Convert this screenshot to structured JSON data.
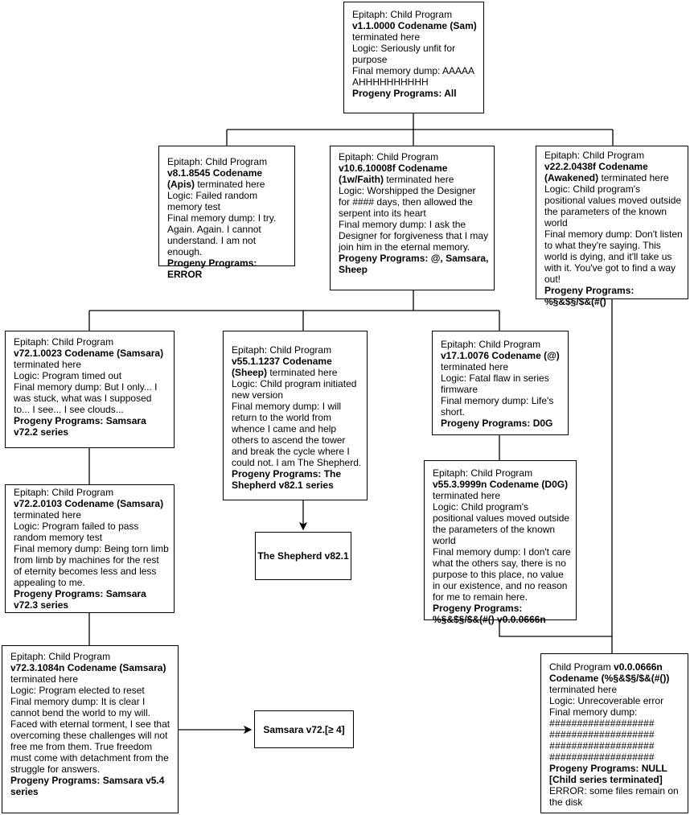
{
  "nodes": {
    "sam": {
      "epitaph": "Epitaph: Child Program",
      "version": "v1.1.0000 Codename (Sam)",
      "terminated": " terminated here",
      "logic": "Logic: Seriously unfit for purpose",
      "memory": "Final memory dump: AAAAA AHHHHHHHHHH",
      "progeny": "Progeny Programs: All"
    },
    "apis": {
      "epitaph": "Epitaph: Child Program",
      "version": "v8.1.8545 Codename (Apis)",
      "terminated": " terminated here",
      "logic": "Logic: Failed random memory test",
      "memory": "Final memory dump: I try. Again. Again. I cannot understand. I am not enough.",
      "progeny": "Progeny Programs: ERROR"
    },
    "faith": {
      "epitaph": "Epitaph: Child Program",
      "version": "v10.6.10008f Codename (1w/Faith)",
      "terminated": " terminated here",
      "logic": "Logic: Worshipped the Designer for #### days, then allowed the serpent into its heart",
      "memory": "Final memory dump: I ask the Designer for forgiveness that I may join him in the eternal memory.",
      "progeny": "Progeny Programs: @, Samsara, Sheep"
    },
    "awakened": {
      "epitaph": "Epitaph: Child Program",
      "version": "v22.2.0438f Codename (Awakened)",
      "terminated": " terminated here",
      "logic": "Logic: Child program's positional values moved outside the parameters of the known world",
      "memory": "Final memory dump: Don't listen to what they're saying. This world is dying, and it'll take us with it. You've got to find a way out!",
      "progeny": "Progeny Programs: %§&$§/$&(#()"
    },
    "samsara1": {
      "epitaph": "Epitaph: Child Program",
      "version": "v72.1.0023 Codename (Samsara)",
      "terminated": " terminated here",
      "logic": "Logic: Program timed out",
      "memory": "Final memory dump: But I only... I was stuck, what was I supposed to... I see... I see clouds...",
      "progeny": "Progeny Programs: Samsara v72.2 series"
    },
    "sheep": {
      "epitaph": "Epitaph: Child Program",
      "version": "v55.1.1237 Codename (Sheep)",
      "terminated": " terminated here",
      "logic": "Logic: Child program initiated new version",
      "memory": "Final memory dump: I will return to the world from whence I came and help others to ascend the tower and break the cycle where I could not. I am The Shepherd.",
      "progeny": "Progeny Programs: The Shepherd v82.1 series"
    },
    "at": {
      "epitaph": "Epitaph: Child Program",
      "version": "v17.1.0076 Codename (@)",
      "terminated": " terminated here",
      "logic": "Logic: Fatal flaw in series firmware",
      "memory": "Final memory dump: Life's short.",
      "progeny": "Progeny Programs: D0G"
    },
    "samsara2": {
      "epitaph": "Epitaph: Child Program",
      "version": "v72.2.0103 Codename (Samsara)",
      "terminated": " terminated here",
      "logic": "Logic: Program failed to pass random memory test",
      "memory": "Final memory dump: Being torn limb from limb by machines for the rest of eternity becomes less and less appealing to me.",
      "progeny": "Progeny Programs: Samsara v72.3 series"
    },
    "dog": {
      "epitaph": "Epitaph: Child Program",
      "version": "v55.3.9999n Codename (D0G)",
      "terminated": " terminated here",
      "logic": "Logic: Child program's positional values moved outside the parameters of the known world",
      "memory": "Final memory dump: I don't care what the others say, there is no purpose to this place, no value in our existence, and no reason for me to remain here.",
      "progeny": "Progeny Programs: %§&$§/$&(#() v0.0.0666n"
    },
    "samsara3": {
      "epitaph": "Epitaph: Child Program",
      "version": "v72.3.1084n Codename (Samsara)",
      "terminated": " terminated here",
      "logic": "Logic: Program elected to reset",
      "memory": "Final memory dump: It is clear I cannot bend the world to my will. Faced with eternal torment, I see that overcoming these challenges will not free me from them. True freedom must come with detachment from the struggle for answers.",
      "progeny": "Progeny Programs: Samsara v5.4 series"
    },
    "final": {
      "prefix": "Child Program ",
      "version": "v0.0.0666n Codename (%§&$§/$&(#())",
      "terminated": "terminated here",
      "logic": "Logic: Unrecoverable error",
      "memory_label": "Final memory dump:",
      "memory_lines": [
        "###################",
        "###################",
        "###################",
        "###################"
      ],
      "progeny": "Progeny Programs: NULL [Child series terminated]",
      "error": "ERROR: some files remain on the disk"
    },
    "shepherd": {
      "label": "The Shepherd v82.1"
    },
    "samsara_next": {
      "label": "Samsara v72.[≥ 4]"
    }
  },
  "colors": {
    "stroke": "#000000",
    "background": "#ffffff"
  }
}
